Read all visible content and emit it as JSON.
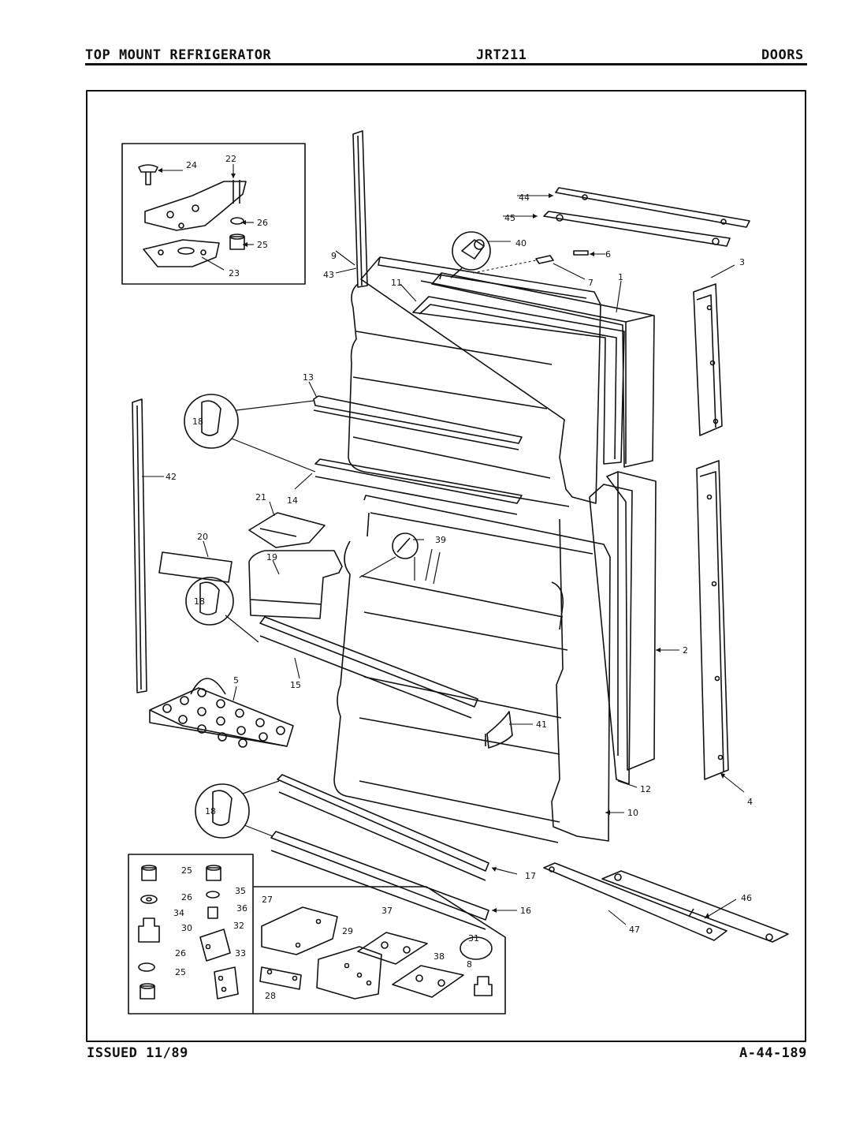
{
  "header": {
    "left": "TOP MOUNT REFRIGERATOR",
    "center": "JRT211",
    "right": "DOORS"
  },
  "footer": {
    "issued": "ISSUED 11/89",
    "code": "A-44-189"
  },
  "callouts": {
    "c1": "1",
    "c2": "2",
    "c3": "3",
    "c4": "4",
    "c5": "5",
    "c6": "6",
    "c7": "7",
    "c8": "8",
    "c9": "9",
    "c10": "10",
    "c11": "11",
    "c12": "12",
    "c13": "13",
    "c14": "14",
    "c15": "15",
    "c16": "16",
    "c17": "17",
    "c18": "18",
    "c19": "19",
    "c20": "20",
    "c21": "21",
    "c22": "22",
    "c23": "23",
    "c24": "24",
    "c25": "25",
    "c26": "26",
    "c27": "27",
    "c28": "28",
    "c29": "29",
    "c30": "30",
    "c31": "31",
    "c32": "32",
    "c33": "33",
    "c34": "34",
    "c35": "35",
    "c36": "36",
    "c37": "37",
    "c38": "38",
    "c39": "39",
    "c40": "40",
    "c41": "41",
    "c42": "42",
    "c43": "43",
    "c44": "44",
    "c45": "45",
    "c46": "46",
    "c47": "47"
  }
}
